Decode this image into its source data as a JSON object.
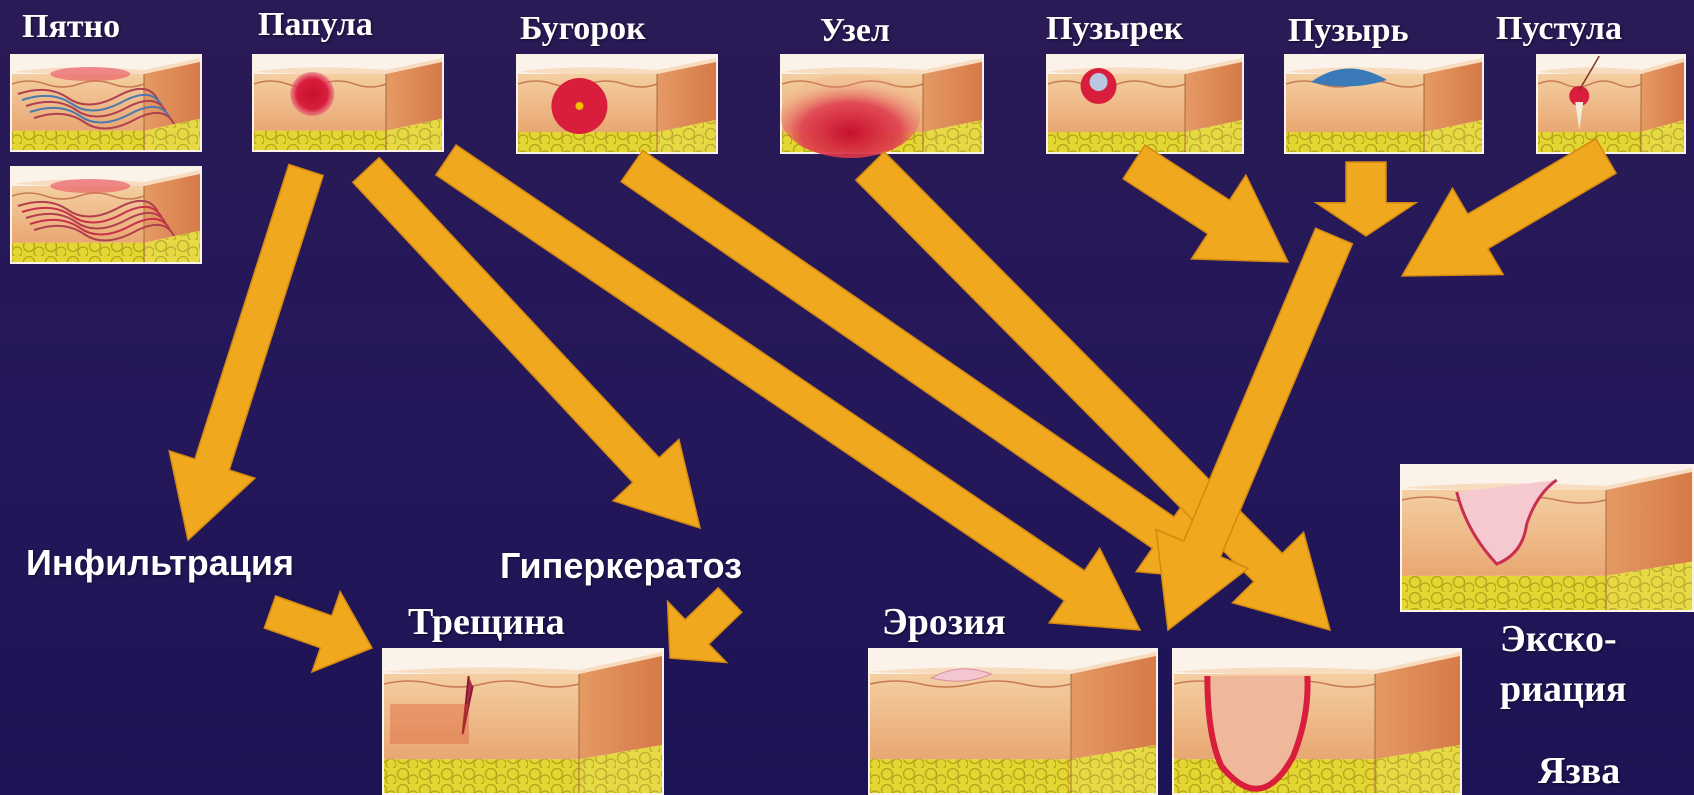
{
  "labels": {
    "macule": "Пятно",
    "papule": "Папула",
    "tubercle": "Бугорок",
    "node": "Узел",
    "vesicle": "Пузырек",
    "bulla": "Пузырь",
    "pustule": "Пустула",
    "infiltration": "Инфильтрация",
    "hyperkeratosis": "Гиперкератоз",
    "fissure": "Трещина",
    "erosion": "Эрозия",
    "excoriation_1": "Экско-",
    "excoriation_2": "риация",
    "ulcer": "Язва"
  },
  "colors": {
    "background": "#24175a",
    "arrow": "#f0a81e",
    "skin": "#f2c9a0",
    "dermis": "#e8a070",
    "fat": "#e6d83a",
    "lesion_red": "#d81e3c",
    "label": "#ffffff"
  }
}
